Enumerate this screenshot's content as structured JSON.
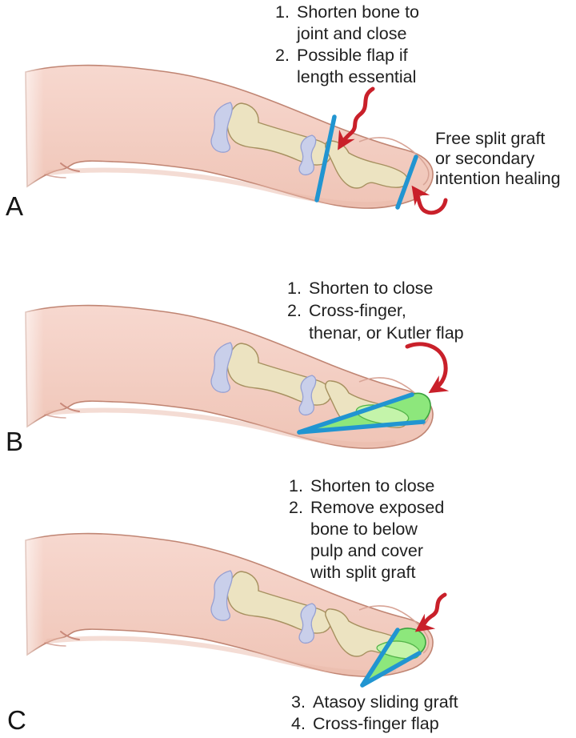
{
  "figure": {
    "panels": [
      {
        "label": "A",
        "items": [
          {
            "num": "1.",
            "lines": [
              "Shorten bone to",
              "joint and close"
            ]
          },
          {
            "num": "2.",
            "lines": [
              "Possible flap if",
              "length essential"
            ]
          }
        ],
        "side_note_lines": [
          "Free split graft",
          "or secondary",
          "intention healing"
        ]
      },
      {
        "label": "B",
        "items": [
          {
            "num": "1.",
            "lines": [
              "Shorten to close"
            ]
          },
          {
            "num": "2.",
            "lines": [
              "Cross-finger,",
              "thenar, or Kutler flap"
            ]
          }
        ]
      },
      {
        "label": "C",
        "items": [
          {
            "num": "1.",
            "lines": [
              "Shorten to close"
            ]
          },
          {
            "num": "2.",
            "lines": [
              "Remove exposed",
              "bone to below",
              "pulp and cover",
              "with split graft"
            ]
          }
        ],
        "items_bottom": [
          {
            "num": "3.",
            "lines": [
              "Atasoy sliding graft"
            ]
          },
          {
            "num": "4.",
            "lines": [
              "Cross-finger flap"
            ]
          }
        ]
      }
    ],
    "colors": {
      "skin": "#f5d3c9",
      "skin_outline": "#c08573",
      "bone": "#ece3c1",
      "cartilage": "#c9cfea",
      "cut_line_blue": "#2195d1",
      "graft_green": "#8de77c",
      "graft_green_light": "#c4f4aa",
      "arrow_red": "#c9202a",
      "text": "#1f1f1f"
    }
  }
}
